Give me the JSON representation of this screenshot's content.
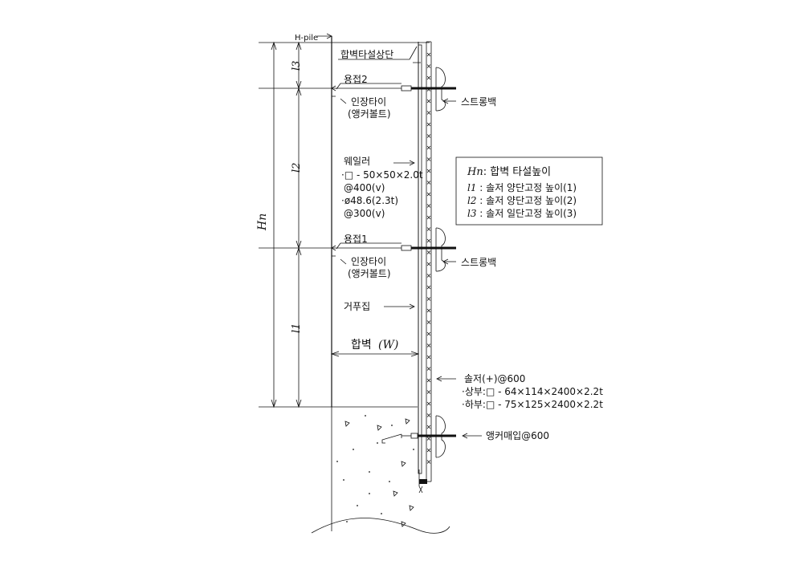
{
  "labels": {
    "hpile": "H-pile",
    "top": "합벽타설상단",
    "weld2": "용접2",
    "tie2_a": "인장타이",
    "tie2_b": "(앵커볼트)",
    "strongback_top": "스트롱백",
    "waler_a": "웨일러",
    "waler_b": "·□ - 50×50×2.0t",
    "waler_c": "@400(v)",
    "waler_d": "·ø48.6(2.3t)",
    "waler_e": "@300(v)",
    "weld1": "용접1",
    "tie1_a": "인장타이",
    "tie1_b": "(앵커볼트)",
    "strongback_mid": "스트롱백",
    "form": "거푸집",
    "wall": "합벽",
    "wall_sym": "(W)",
    "soldier_a": "솔저(+)@600",
    "soldier_b": "·상부:□ - 64×114×2400×2.2t",
    "soldier_c": "·하부:□ - 75×125×2400×2.2t",
    "anchor": "앵커매입@600"
  },
  "dims": {
    "hn": "Hn",
    "l1": "l1",
    "l2": "l2",
    "l3": "l3"
  },
  "legend": {
    "line1_sym": "Hn",
    "line1_text": ": 합벽 타설높이",
    "line2_sym": "l1",
    "line2_text": " : 솔저 양단고정 높이(1)",
    "line3_sym": "l3",
    "line3_text": " : 솔저 일단고정 높이(3)",
    "line2b_sym": "l2",
    "line2b_text": " : 솔저 양단고정 높이(2)"
  }
}
